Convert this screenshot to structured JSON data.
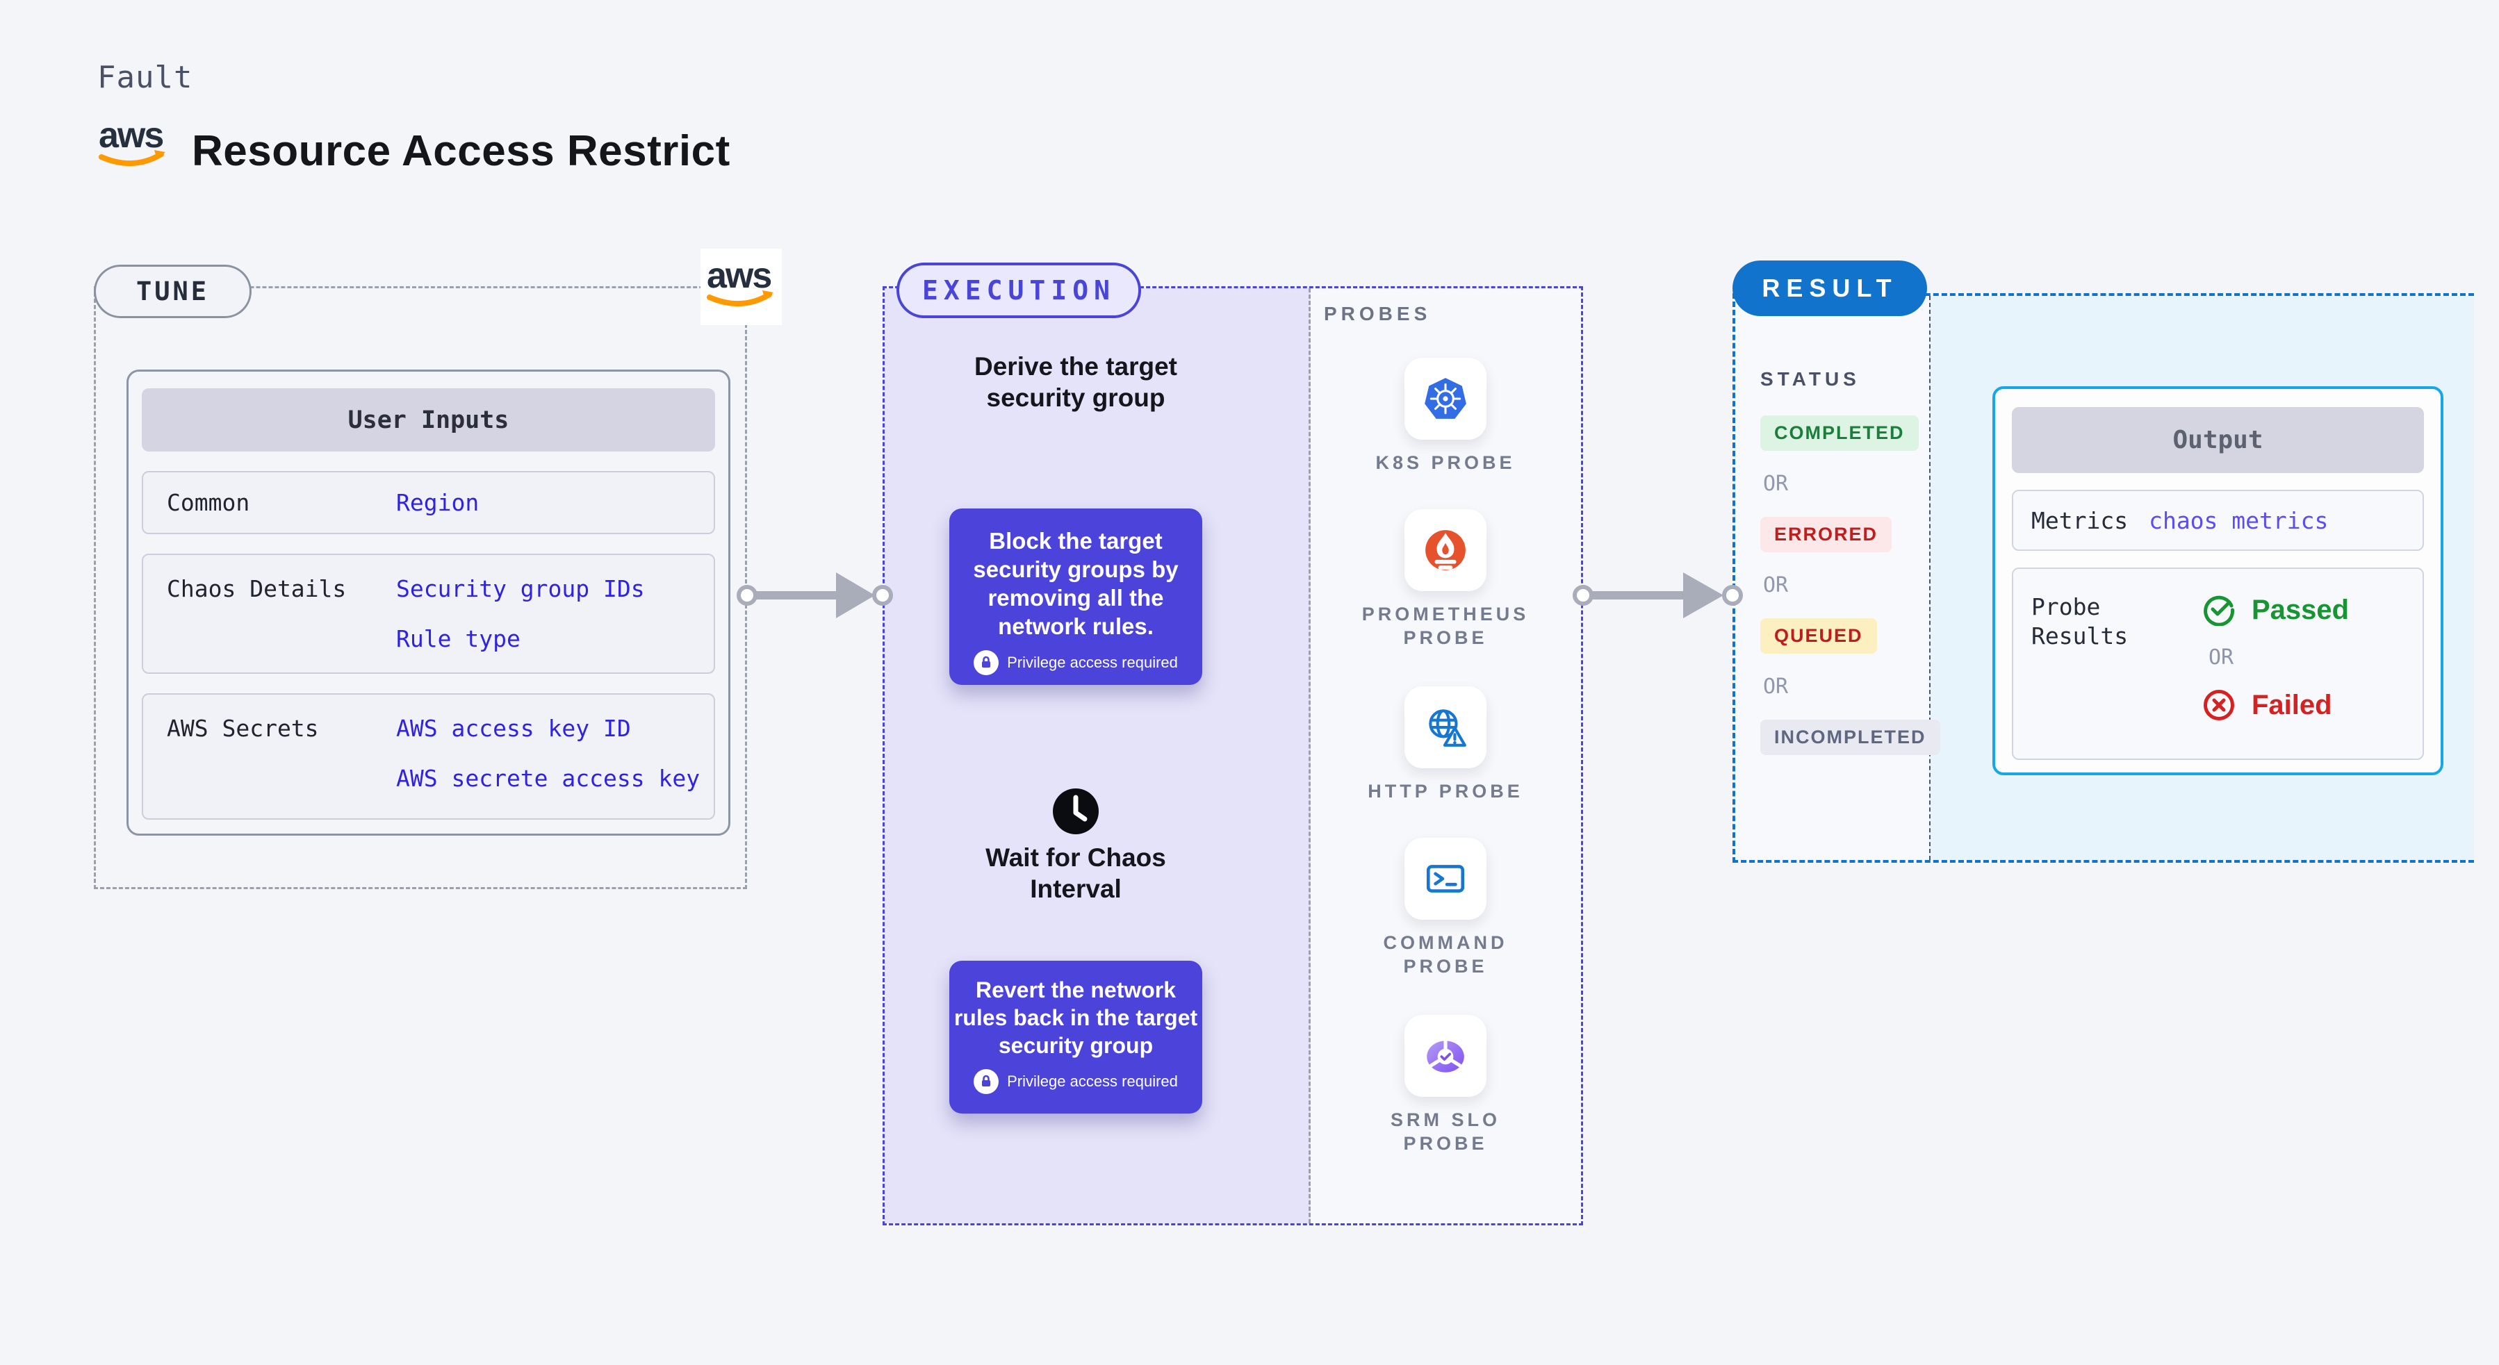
{
  "header": {
    "kicker": "Fault",
    "title": "Resource Access Restrict",
    "logo": "aws-logo"
  },
  "tune": {
    "badge": "TUNE",
    "table": {
      "header": "User Inputs",
      "rows": [
        {
          "label": "Common",
          "values": [
            "Region"
          ]
        },
        {
          "label": "Chaos Details",
          "values": [
            "Security group IDs",
            "Rule type"
          ]
        },
        {
          "label": "AWS Secrets",
          "values": [
            "AWS access key ID",
            "AWS secrete access key"
          ]
        }
      ]
    }
  },
  "execution": {
    "badge": "EXECUTION",
    "steps": {
      "derive": "Derive the target security group",
      "block": "Block the target security groups by removing all the network rules.",
      "wait": "Wait for Chaos Interval",
      "revert": "Revert the network rules back in the target security group",
      "privilege": "Privilege access required"
    }
  },
  "probes": {
    "label": "PROBES",
    "items": [
      {
        "icon": "k8s-probe-icon",
        "label": "K8S PROBE"
      },
      {
        "icon": "prometheus-probe-icon",
        "label": "PROMETHEUS PROBE"
      },
      {
        "icon": "http-probe-icon",
        "label": "HTTP PROBE"
      },
      {
        "icon": "command-probe-icon",
        "label": "COMMAND PROBE"
      },
      {
        "icon": "srm-slo-probe-icon",
        "label": "SRM SLO PROBE"
      }
    ]
  },
  "result": {
    "badge": "RESULT",
    "status": {
      "label": "STATUS",
      "sequence": [
        "COMPLETED",
        "OR",
        "ERRORED",
        "OR",
        "QUEUED",
        "OR",
        "INCOMPLETED"
      ]
    },
    "output": {
      "header": "Output",
      "metrics_label": "Metrics",
      "metrics_value": "chaos metrics",
      "probe_label": "Probe Results",
      "passed": "Passed",
      "or": "OR",
      "failed": "Failed"
    }
  },
  "colors": {
    "accent_indigo": "#4945d9",
    "step_purple": "#4b43da",
    "result_blue": "#1173cb",
    "output_border_cyan": "#16a8e6",
    "input_value_blue": "#2f23df",
    "metrics_purple": "#5b4df2",
    "passed_green": "#179533",
    "failed_red": "#d62121",
    "completed_green": "#1b7f3c",
    "queued_yellow_bg": "#fcefc0",
    "pink_logo": "#fb5389",
    "aws_orange": "#ff9900",
    "k8s_blue": "#326de6",
    "prometheus_orange": "#e6522c",
    "probe_icon_blue": "#1677d2"
  }
}
